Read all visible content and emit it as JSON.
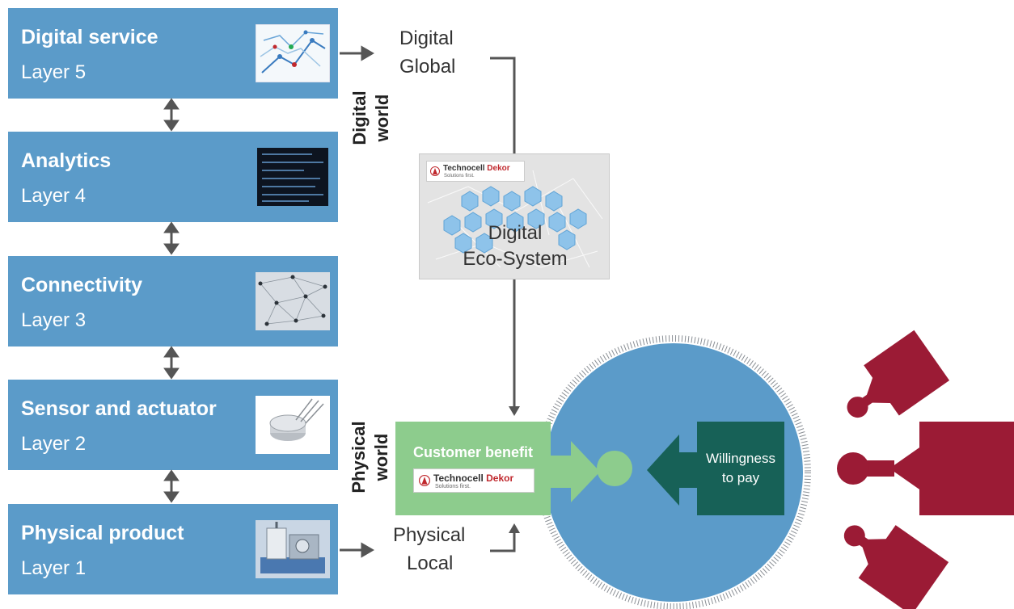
{
  "layers": [
    {
      "title": "Digital service",
      "sub": "Layer 5",
      "icon": "circuit-board-icon"
    },
    {
      "title": "Analytics",
      "sub": "Layer 4",
      "icon": "data-code-icon"
    },
    {
      "title": "Connectivity",
      "sub": "Layer 3",
      "icon": "network-mesh-icon"
    },
    {
      "title": "Sensor and actuator",
      "sub": "Layer 2",
      "icon": "sensor-icon"
    },
    {
      "title": "Physical product",
      "sub": "Layer 1",
      "icon": "machine-icon"
    }
  ],
  "labels": {
    "digital_world": "Digital\nworld",
    "physical_world": "Physical\nworld",
    "digital_global_1": "Digital",
    "digital_global_2": "Global",
    "physical_local_1": "Physical",
    "physical_local_2": "Local"
  },
  "ecosystem": {
    "line1": "Digital",
    "line2": "Eco-System",
    "logo_name_1": "Technocell",
    "logo_name_2": "Dekor",
    "logo_tagline": "Solutions first."
  },
  "benefit": {
    "title": "Customer benefit",
    "logo_name_1": "Technocell",
    "logo_name_2": "Dekor",
    "logo_tagline": "Solutions first."
  },
  "willingness": {
    "line1": "Willingness",
    "line2": "to pay"
  },
  "colors": {
    "layer_blue": "#5b9bc9",
    "circle_blue": "#5b9bc9",
    "benefit_green": "#8dcc8d",
    "willingness_teal": "#176157",
    "customer_red": "#9b1b35",
    "arrow_gray": "#555555"
  }
}
